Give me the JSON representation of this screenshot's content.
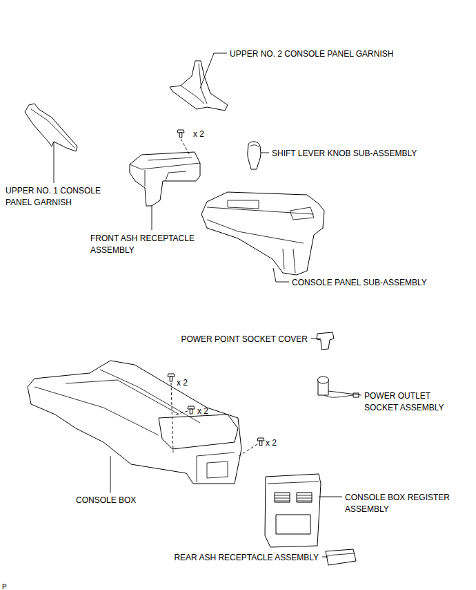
{
  "diagram": {
    "labels": [
      "UPPER NO. 2 CONSOLE PANEL GARNISH",
      "x 2",
      "SHIFT LEVER KNOB SUB-ASSEMBLY",
      "UPPER NO. 1 CONSOLE PANEL GARNISH",
      "FRONT ASH RECEPTACLE ASSEMBLY",
      "CONSOLE PANEL SUB-ASSEMBLY",
      "POWER POINT SOCKET COVER",
      "x 2",
      "x 2",
      "POWER OUTLET SOCKET ASSEMBLY",
      "x 2",
      "CONSOLE BOX",
      "CONSOLE BOX REGISTER ASSEMBLY",
      "REAR ASH RECEPTACLE ASSEMBLY",
      "P"
    ]
  }
}
